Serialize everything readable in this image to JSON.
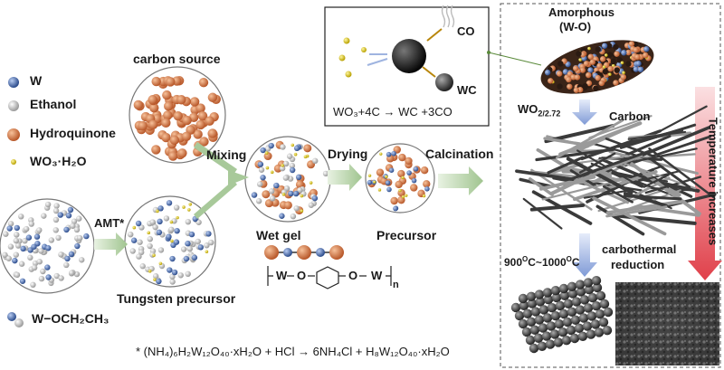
{
  "legend": {
    "w": "W",
    "ethanol": "Ethanol",
    "hydroquinone": "Hydroquinone",
    "wo3": "WO₃·H₂O",
    "alkoxide": "W−OCH₂CH₃"
  },
  "labels": {
    "carbon_source": "carbon source",
    "amt": "AMT*",
    "tungsten_precursor": "Tungsten precursor",
    "mixing": "Mixing",
    "drying": "Drying",
    "calcination": "Calcination",
    "wet_gel": "Wet gel",
    "precursor": "Precursor",
    "amorphous_line1": "Amorphous",
    "amorphous_line2": "(W-O)",
    "wo2": "WO",
    "wo2_sub": "2/2.72",
    "carbon": "Carbon",
    "temperature": "Temperature increases",
    "temp_range_a": "900",
    "temp_range_b": "C~1000",
    "temp_range_c": "C",
    "temp_sup": "O",
    "carbothermal_line1": "carbothermal",
    "carbothermal_line2": "reduction",
    "co": "CO",
    "wc": "WC"
  },
  "formulas": {
    "reaction": "WO₃+4C → WC +3CO",
    "amt_reaction": "* (NH₄)₆H₂W₁₂O₄₀·xH₂O + HCl → 6NH₄Cl + H₈W₁₂O₄₀·xH₂O",
    "polymer_w1": "W",
    "polymer_o1": "O",
    "polymer_o2": "O",
    "polymer_w2": "W",
    "polymer_n": "n"
  },
  "colors": {
    "tungsten": "#3f63a8",
    "ethanol": "#e6e6e6",
    "hydroquinone": "#d9824e",
    "wo3": "#e6d21a",
    "arrow_green": "#a8c99a",
    "arrow_blue": "#9fb4e0",
    "arrow_red": "#e0505a"
  }
}
